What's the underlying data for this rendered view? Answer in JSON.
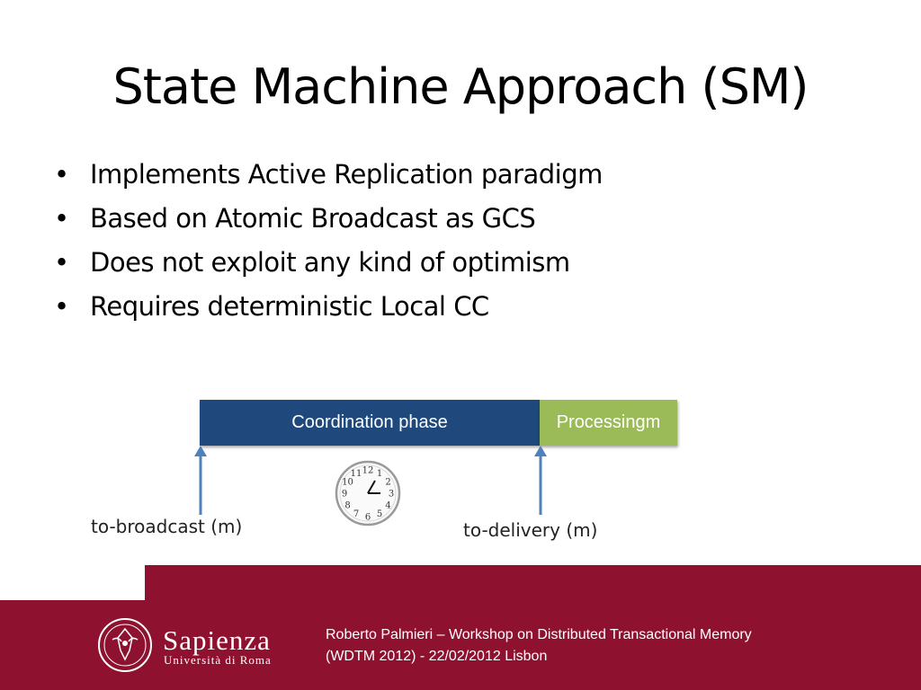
{
  "slide": {
    "title": "State Machine Approach (SM)",
    "bullets": [
      "Implements Active Replication paradigm",
      "Based on Atomic Broadcast as GCS",
      "Does not exploit any kind of optimism",
      "Requires deterministic Local CC"
    ]
  },
  "diagram": {
    "coordination_label": "Coordination phase",
    "processing_label": "Processingm",
    "broadcast_label": "to-broadcast (m)",
    "delivery_label": "to-delivery (m)",
    "clock_numbers": [
      "12",
      "1",
      "2",
      "3",
      "4",
      "5",
      "6",
      "7",
      "8",
      "9",
      "10",
      "11"
    ],
    "colors": {
      "coordination": "#1f497d",
      "processing": "#9bbb59",
      "arrow": "#4f81bd"
    }
  },
  "footer": {
    "logo_name": "Sapienza",
    "logo_sub": "Università di Roma",
    "line1": "Roberto Palmieri – Workshop on Distributed Transactional Memory",
    "line2": "(WDTM 2012) - 22/02/2012 Lisbon",
    "color": "#8e1130"
  }
}
